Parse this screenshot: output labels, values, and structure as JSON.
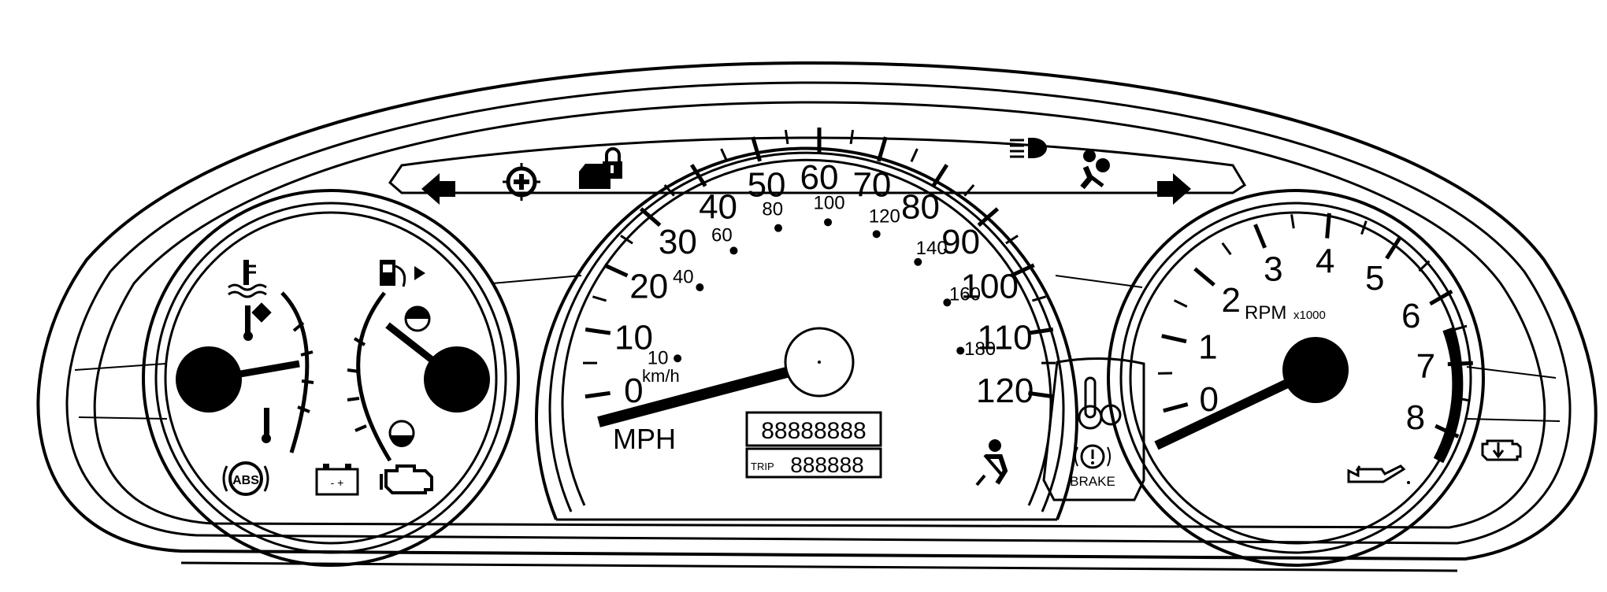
{
  "speedometer": {
    "mph_labels": [
      "0",
      "10",
      "20",
      "30",
      "40",
      "50",
      "60",
      "70",
      "80",
      "90",
      "100",
      "110",
      "120"
    ],
    "kmh_labels": [
      "10",
      "40",
      "60",
      "80",
      "100",
      "120",
      "140",
      "160",
      "180"
    ],
    "mph_unit": "MPH",
    "kmh_unit": "km/h",
    "odometer_digits": "88888888",
    "trip_label": "TRIP",
    "trip_digits": "888888",
    "needle_value_mph": 0
  },
  "tachometer": {
    "labels": [
      "0",
      "1",
      "2",
      "3",
      "4",
      "5",
      "6",
      "7",
      "8"
    ],
    "unit_main": "RPM",
    "unit_multiplier": "x1000",
    "needle_value_krpm": 0
  },
  "brake_label": "BRAKE",
  "abs_label": "ABS",
  "battery_label": "- +",
  "icons": [
    "left-turn-arrow-icon",
    "traction-control-icon",
    "security-lock-icon",
    "headlamp-high-beam-icon",
    "airbag-icon",
    "right-turn-arrow-icon",
    "coolant-temperature-icon",
    "fuel-pump-icon",
    "abs-icon",
    "battery-icon",
    "check-engine-icon",
    "seatbelt-icon",
    "brake-warning-icon",
    "oil-can-icon",
    "powertrain-icon"
  ],
  "colors": {
    "ink": "#000000",
    "paper": "#ffffff"
  }
}
